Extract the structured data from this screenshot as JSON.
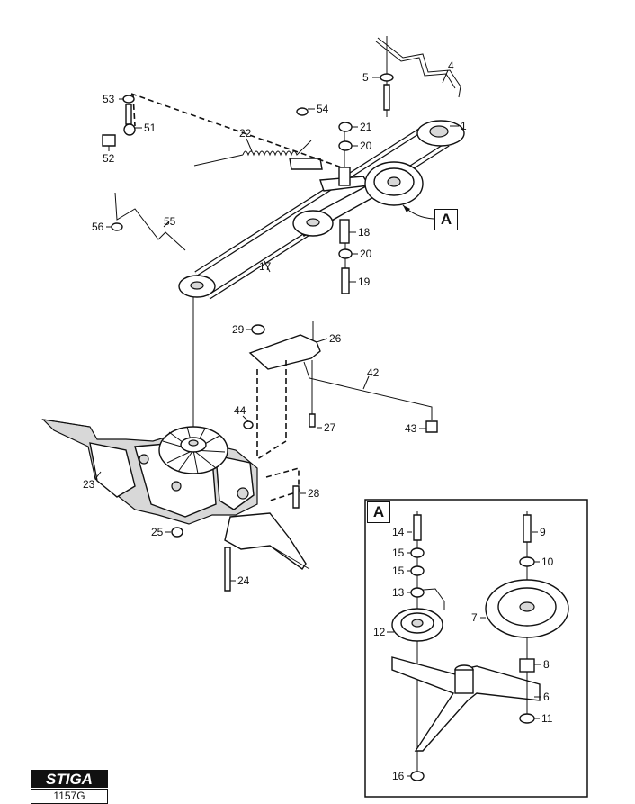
{
  "callout_label": "A",
  "detail_box": {
    "label": "A"
  },
  "brand": {
    "logo_text": "STIGA",
    "doc_code": "1157G"
  },
  "part_numbers": [
    "1",
    "4",
    "5",
    "6",
    "7",
    "8",
    "9",
    "10",
    "11",
    "12",
    "13",
    "14",
    "15",
    "15",
    "16",
    "17",
    "18",
    "19",
    "20",
    "20",
    "21",
    "22",
    "23",
    "24",
    "25",
    "26",
    "27",
    "28",
    "29",
    "42",
    "43",
    "44",
    "51",
    "52",
    "53",
    "54",
    "55",
    "56"
  ]
}
